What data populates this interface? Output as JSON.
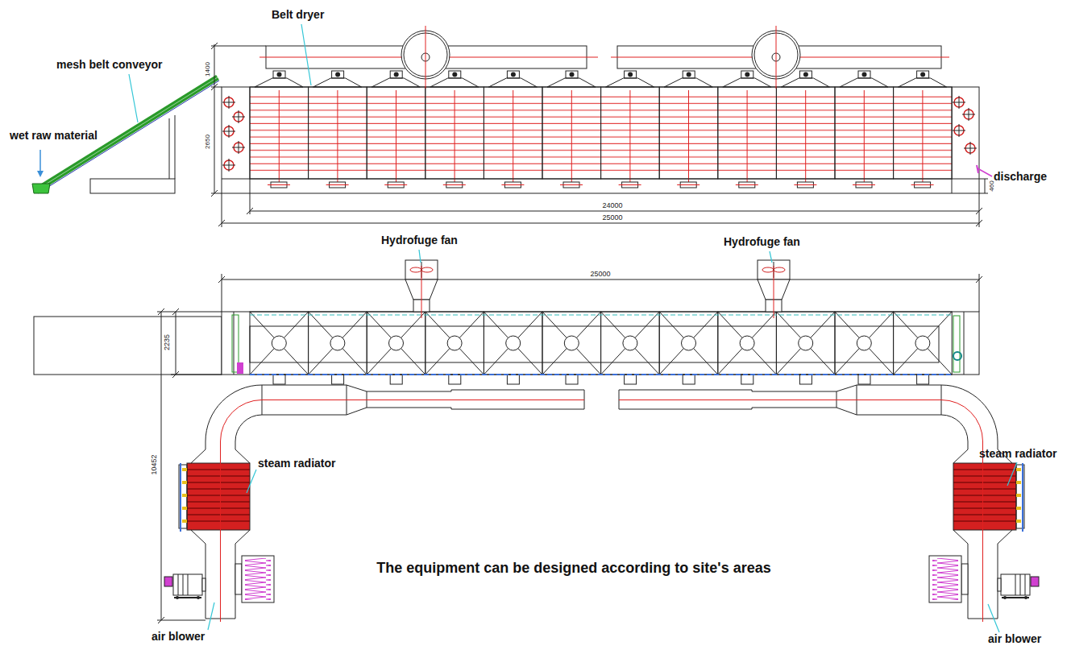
{
  "diagram": {
    "labels": [
      "Belt dryer",
      "mesh belt conveyor",
      "wet raw material",
      "1400",
      "2650",
      "discharge",
      "460",
      "24000",
      "25000",
      "Hydrofuge fan",
      "Hydrofuge fan",
      "25000",
      "2235",
      "10452",
      "steam radiator",
      "steam radiator",
      "The equipment can be designed according to site's areas",
      "air blower",
      "air blower"
    ]
  }
}
